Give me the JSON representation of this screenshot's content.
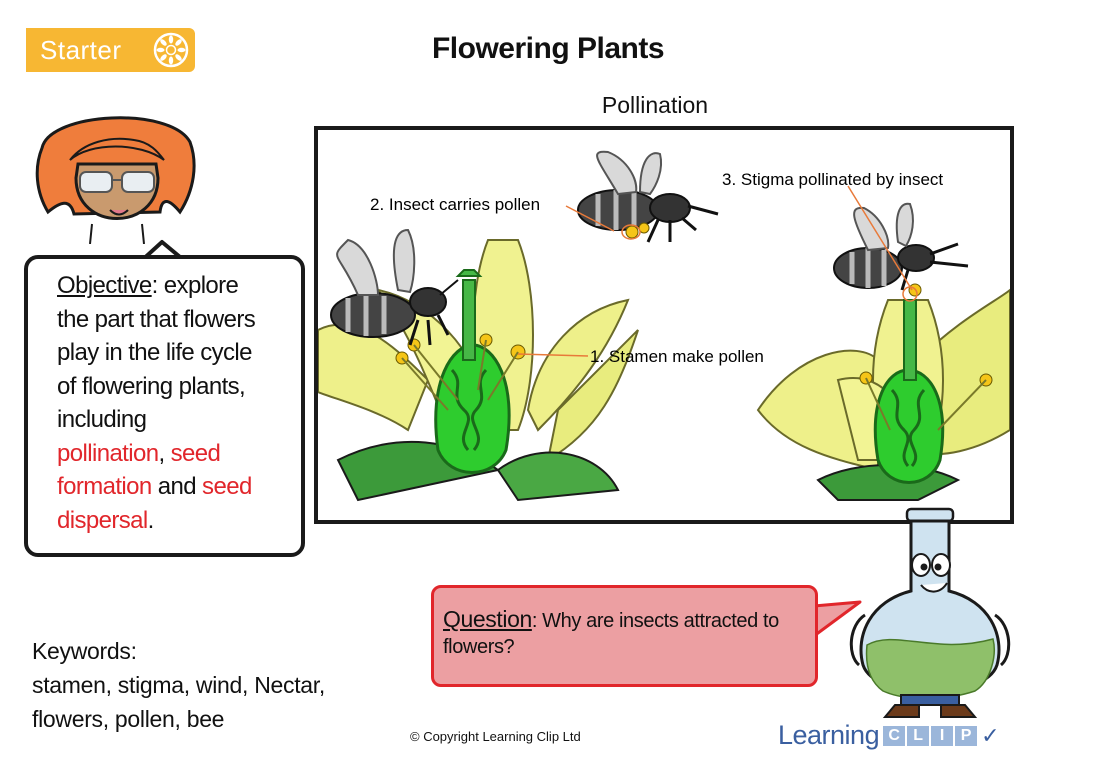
{
  "badge": {
    "label": "Starter",
    "icon": "sunflower-icon"
  },
  "title": "Flowering Plants",
  "illustration": {
    "heading": "Pollination",
    "labels": {
      "stamen": "1. Stamen make pollen",
      "insect": "2. Insect carries pollen",
      "stigma": "3. Stigma pollinated by insect"
    }
  },
  "objective": {
    "heading": "Objective",
    "line1_rest": ": explore",
    "line2": "the part that flowers",
    "line3": "play in the life cycle",
    "line4": "of flowering plants,",
    "line5": "including",
    "term1": "pollination",
    "sep1": ", ",
    "term2a": "seed",
    "term2b": "formation",
    "sep2": " and ",
    "term3a": "seed",
    "term3b": "dispersal",
    "end": "."
  },
  "keywords": {
    "heading": "Keywords:",
    "line1": "stamen, stigma, wind, Nectar,",
    "line2": "flowers, pollen, bee"
  },
  "question": {
    "heading": "Question",
    "text_rest": ": Why are insects attracted to flowers?"
  },
  "copyright": "© Copyright Learning Clip Ltd",
  "brand": {
    "learning": "Learning",
    "clip_letters": [
      "C",
      "L",
      "I",
      "P"
    ],
    "check": "✓"
  },
  "colors": {
    "badge": "#f7b733",
    "highlight_red": "#e1262b",
    "question_fill": "#ec9fa2",
    "brand_blue": "#3a5fa0"
  }
}
